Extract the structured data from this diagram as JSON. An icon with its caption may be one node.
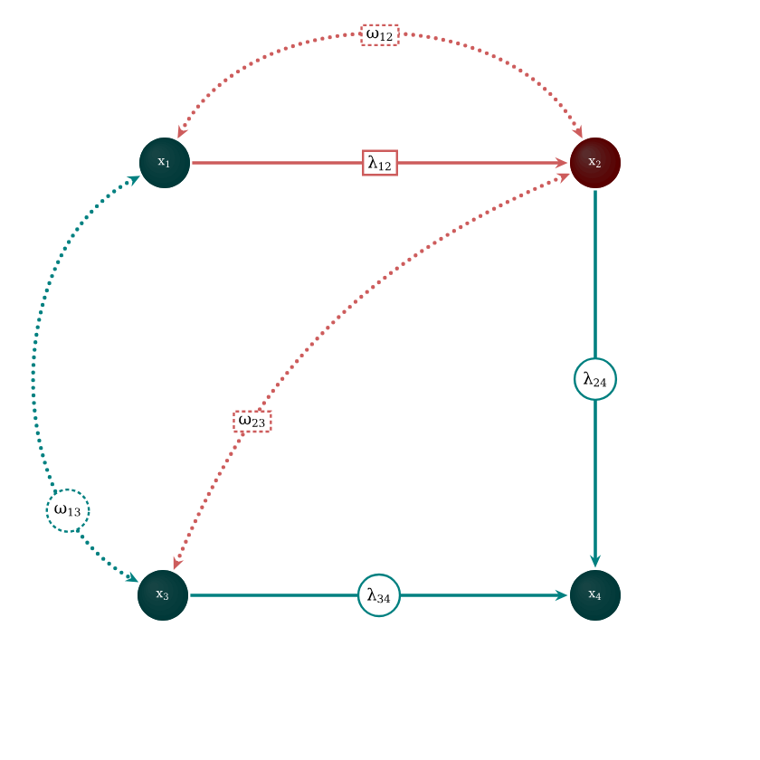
{
  "diagram": {
    "nodes": [
      {
        "text": [
          "x$_{1}$"
        ]
      },
      {
        "text": [
          "x$_{2}$"
        ]
      },
      {
        "text": [
          "x$_{3}$"
        ]
      },
      {
        "text": [
          "x$_{4}$"
        ]
      }
    ],
    "edges": [
      {
        "from": 0,
        "to": 1,
        "arrow": "to",
        "label": "λ$_{12}$",
        "color": "#cd5c5c"
      },
      {
        "from": 1,
        "to": 3,
        "arrow": "to",
        "label": "λ$_{24}$",
        "color": "#008080"
      },
      {
        "from": 2,
        "to": 3,
        "arrow": "to",
        "label": "λ$_{34}$",
        "color": "#008080"
      },
      {
        "from": 0,
        "to": 1,
        "arrow": "both",
        "label": "ω$_{12}$",
        "color": "#cd5c5c",
        "style": "dashed"
      },
      {
        "from": 1,
        "to": 2,
        "arrow": "both",
        "label": "ω$_{23}$",
        "color": "#cd5c5c",
        "style": "dashed"
      },
      {
        "from": 0,
        "to": 2,
        "arrow": "both",
        "label": "ω$_{13}$",
        "color": "#008080",
        "style": "dashed"
      }
    ]
  }
}
